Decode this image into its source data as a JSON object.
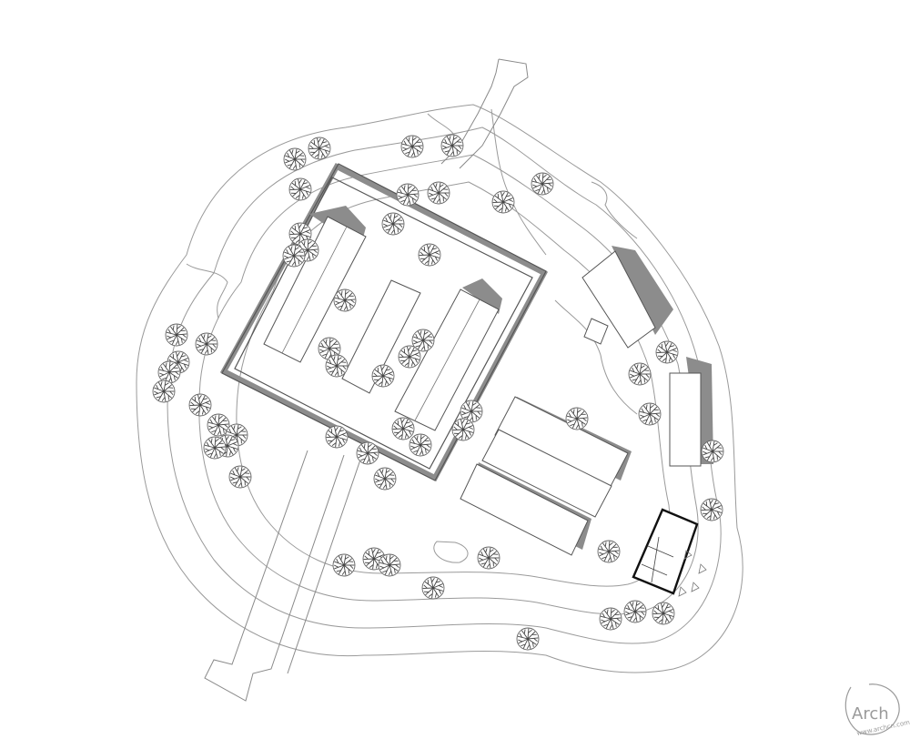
{
  "drawing": {
    "type": "site-plan",
    "line_color": "#555555",
    "shadow_color": "#8c8c8c",
    "highlight_color": "#111111",
    "background": "#ffffff"
  },
  "watermark": {
    "logo_text": "Arch",
    "subtext": "www.archcn.com"
  }
}
